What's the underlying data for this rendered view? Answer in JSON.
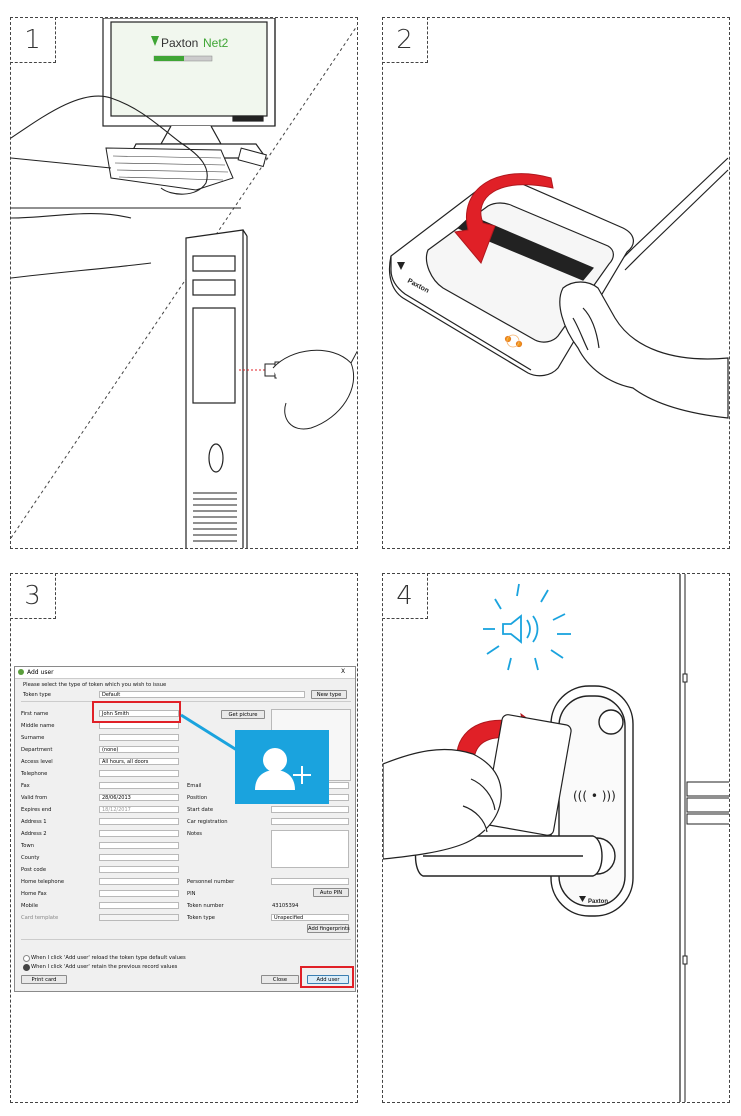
{
  "steps": [
    {
      "number": "1"
    },
    {
      "number": "2"
    },
    {
      "number": "3"
    },
    {
      "number": "4"
    }
  ],
  "step1": {
    "screen_brand_a": "Paxton",
    "screen_brand_b": "Net2",
    "screen_caption": "Net2"
  },
  "step2": {
    "device_brand": "Paxton"
  },
  "step4": {
    "reader_brand": "Paxton"
  },
  "dialog": {
    "title": "Add user",
    "close_glyph": "X",
    "prompt": "Please select the type of token which you wish to issue",
    "token_type_label": "Token type",
    "token_type_value": "Default",
    "new_type_button": "New type",
    "get_picture_button": "Get picture",
    "left_labels": [
      "First name",
      "Middle name",
      "Surname",
      "Department",
      "Access level",
      "Telephone",
      "Fax",
      "Valid from",
      "Expires end",
      "Address 1",
      "Address 2",
      "Town",
      "County",
      "Post code",
      "Home telephone",
      "Home Fax",
      "Mobile",
      "Card template"
    ],
    "first_name_value": "John Smith",
    "department_value": "(none)",
    "access_level_value": "All hours, all doors",
    "valid_from_value": "28/06/2013",
    "expires_value": "18/12/2017",
    "right_labels": [
      "Email",
      "Position",
      "Start date",
      "Car registration",
      "Notes"
    ],
    "lower_right_labels": [
      "Personnel number",
      "PIN",
      "Token number",
      "Token type"
    ],
    "token_number_value": "43105394",
    "token_type_right_value": "Unspecified",
    "auto_pin_button": "Auto PIN",
    "add_fingerprints_button": "Add fingerprints",
    "radio_1": "When I click 'Add user' reload the token type default values",
    "radio_2": "When I click 'Add user' retain the previous record values",
    "print_card_button": "Print card",
    "close_button": "Close",
    "add_user_button": "Add user"
  },
  "colors": {
    "highlight": "#e02027",
    "accent_blue": "#1aa3de",
    "arrow_red": "#e02027",
    "brand_green": "#3fa535"
  }
}
